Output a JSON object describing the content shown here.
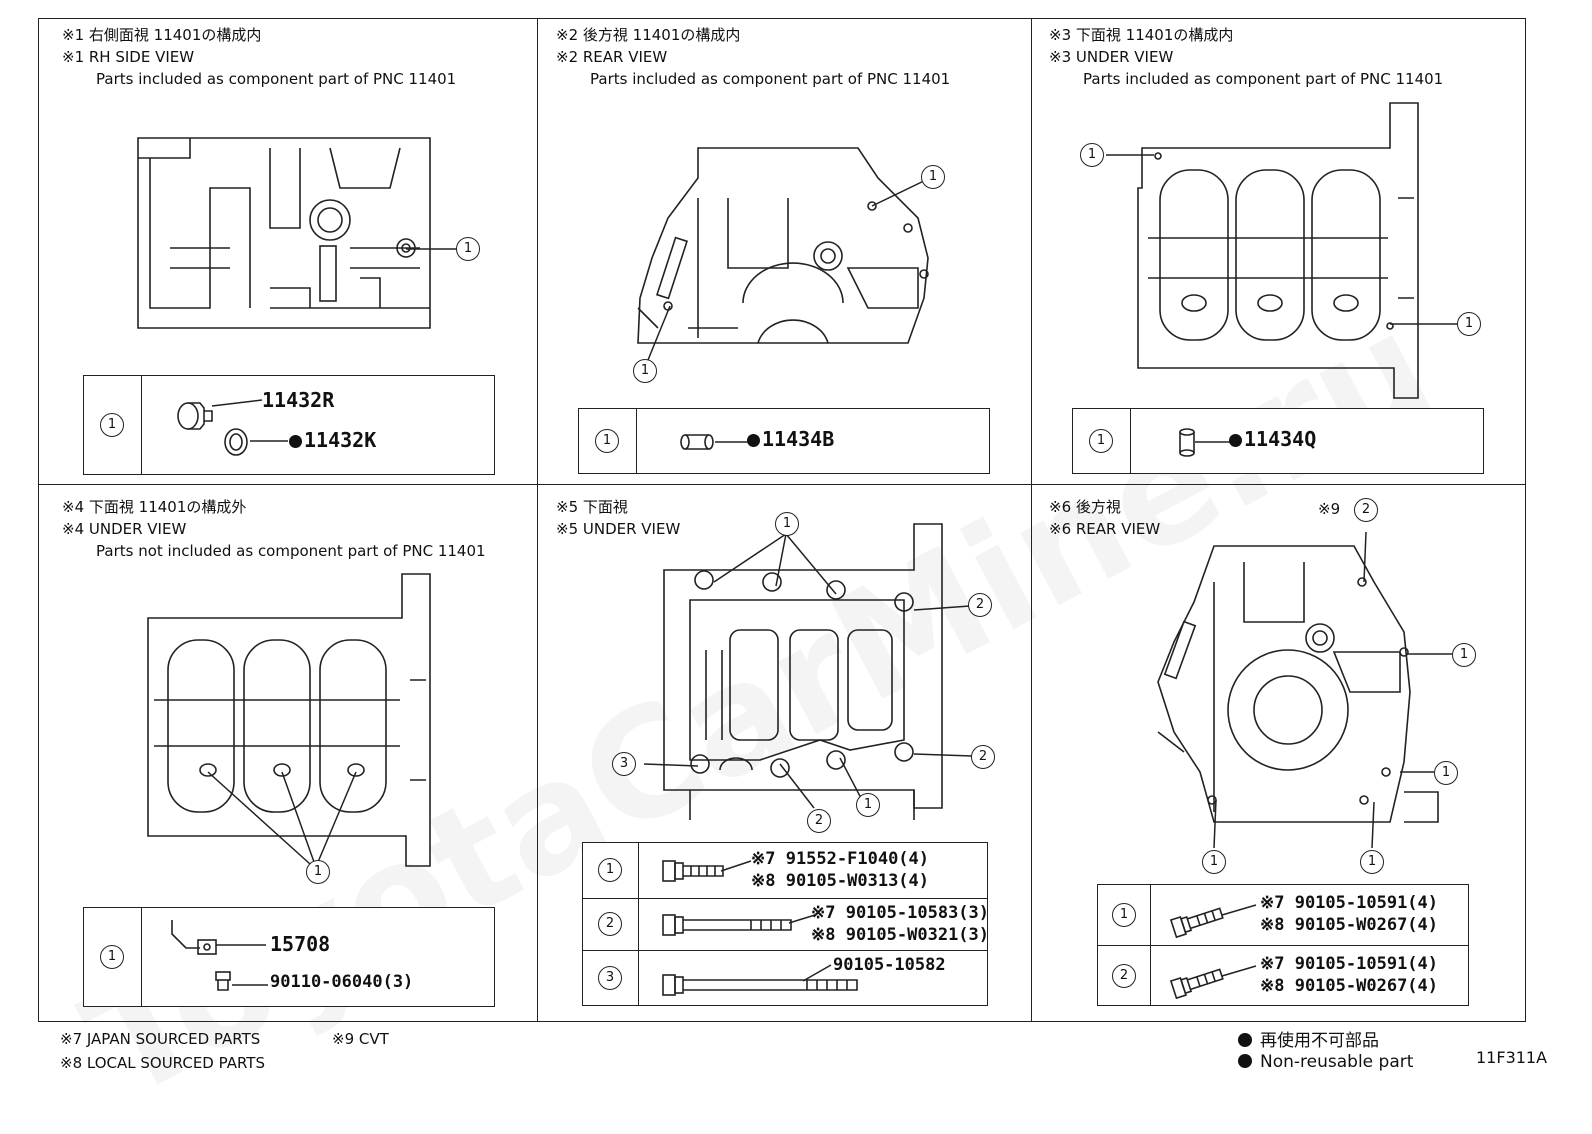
{
  "watermark": "ToyotaCarMine.ru",
  "panels": [
    {
      "line1": "※1 右側面視 11401の構成内",
      "line2": "※1 RH SIDE VIEW",
      "line3": "Parts included as component part of PNC 11401",
      "callouts": [
        "1"
      ],
      "table": [
        {
          "key": "1",
          "parts": [
            "11432R",
            "11432K"
          ],
          "nonreusable": [
            false,
            true
          ]
        }
      ]
    },
    {
      "line1": "※2 後方視 11401の構成内",
      "line2": "※2 REAR VIEW",
      "line3": "Parts included as component part of PNC 11401",
      "callouts": [
        "1",
        "1"
      ],
      "table": [
        {
          "key": "1",
          "parts": [
            "11434B"
          ],
          "nonreusable": [
            true
          ]
        }
      ]
    },
    {
      "line1": "※3 下面視 11401の構成内",
      "line2": "※3 UNDER VIEW",
      "line3": "Parts included as component part of PNC 11401",
      "callouts": [
        "1",
        "1"
      ],
      "table": [
        {
          "key": "1",
          "parts": [
            "11434Q"
          ],
          "nonreusable": [
            true
          ]
        }
      ]
    },
    {
      "line1": "※4 下面視 11401の構成外",
      "line2": "※4 UNDER VIEW",
      "line3": "Parts not included as component part of PNC 11401",
      "callouts": [
        "1"
      ],
      "table": [
        {
          "key": "1",
          "parts": [
            "15708",
            "90110-06040(3)"
          ],
          "nonreusable": [
            false,
            false
          ]
        }
      ]
    },
    {
      "line1": "※5 下面視",
      "line2": "※5 UNDER VIEW",
      "line3": "",
      "callouts": [
        "1",
        "2",
        "2",
        "3",
        "2",
        "1"
      ],
      "table": [
        {
          "key": "1",
          "parts": [
            "※7 91552-F1040(4)",
            "※8 90105-W0313(4)"
          ],
          "nonreusable": [
            false,
            false
          ]
        },
        {
          "key": "2",
          "parts": [
            "※7 90105-10583(3)",
            "※8 90105-W0321(3)"
          ],
          "nonreusable": [
            false,
            false
          ]
        },
        {
          "key": "3",
          "parts": [
            "90105-10582"
          ],
          "nonreusable": [
            false
          ]
        }
      ]
    },
    {
      "line1": "※6 後方視",
      "line2": "※6 REAR VIEW",
      "line3": "",
      "cvt_note": "※9",
      "callouts": [
        "2",
        "1",
        "1",
        "1",
        "1"
      ],
      "table": [
        {
          "key": "1",
          "parts": [
            "※7 90105-10591(4)",
            "※8 90105-W0267(4)"
          ],
          "nonreusable": [
            false,
            false
          ]
        },
        {
          "key": "2",
          "parts": [
            "※7 90105-10591(4)",
            "※8 90105-W0267(4)"
          ],
          "nonreusable": [
            false,
            false
          ]
        }
      ]
    }
  ],
  "footnotes": {
    "n7": "※7 JAPAN SOURCED PARTS",
    "n9": "※9 CVT",
    "n8": "※8 LOCAL SOURCED PARTS"
  },
  "legend": {
    "jp": "再使用不可部品",
    "en": "Non-reusable part"
  },
  "figure_code": "11F311A"
}
